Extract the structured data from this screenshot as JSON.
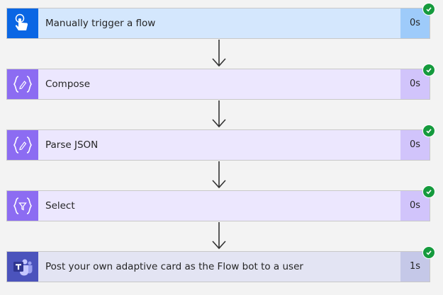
{
  "flow": {
    "steps": [
      {
        "id": "manual-trigger",
        "label": "Manually trigger a flow",
        "duration": "0s",
        "icon": "touch-icon",
        "status": "succeeded",
        "colors": {
          "icon_bg": "#0a66e4",
          "bar_bg": "#d4e7fd",
          "duration_bg": "#9ecbfa"
        }
      },
      {
        "id": "compose",
        "label": "Compose",
        "duration": "0s",
        "icon": "data-operation-icon",
        "status": "succeeded",
        "colors": {
          "icon_bg": "#8c6cf2",
          "bar_bg": "#ece7fe",
          "duration_bg": "#d1c4fb"
        }
      },
      {
        "id": "parse-json",
        "label": "Parse JSON",
        "duration": "0s",
        "icon": "data-operation-icon",
        "status": "succeeded",
        "colors": {
          "icon_bg": "#8c6cf2",
          "bar_bg": "#ece7fe",
          "duration_bg": "#d1c4fb"
        }
      },
      {
        "id": "select",
        "label": "Select",
        "duration": "0s",
        "icon": "filter-braces-icon",
        "status": "succeeded",
        "colors": {
          "icon_bg": "#8c6cf2",
          "bar_bg": "#ece7fe",
          "duration_bg": "#d1c4fb"
        }
      },
      {
        "id": "post-adaptive-card",
        "label": "Post your own adaptive card as the Flow bot to a user",
        "duration": "1s",
        "icon": "teams-icon",
        "status": "succeeded",
        "colors": {
          "icon_bg": "#4b53bc",
          "bar_bg": "#e3e4f3",
          "duration_bg": "#c5c8e8"
        }
      }
    ]
  }
}
